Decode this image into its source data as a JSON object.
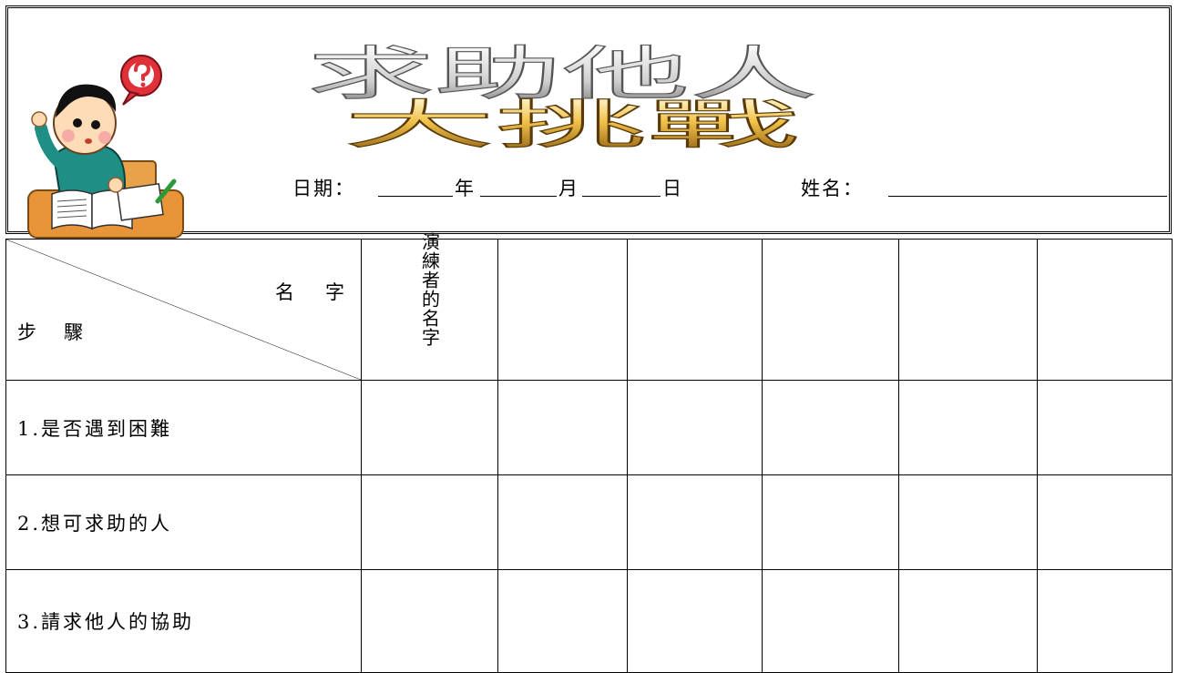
{
  "header": {
    "title_line1": "求助他人",
    "title_line2": "大挑戰",
    "date_label": "日期：",
    "year_label": "年",
    "month_label": "月",
    "day_label": "日",
    "name_label": "姓名："
  },
  "table": {
    "corner_name": "名字",
    "corner_step": "步驟",
    "performer_header": "演練者的名字",
    "steps": [
      {
        "label": "1.是否遇到困難"
      },
      {
        "label": "2.想可求助的人"
      },
      {
        "label": "3.請求他人的協助"
      }
    ]
  }
}
